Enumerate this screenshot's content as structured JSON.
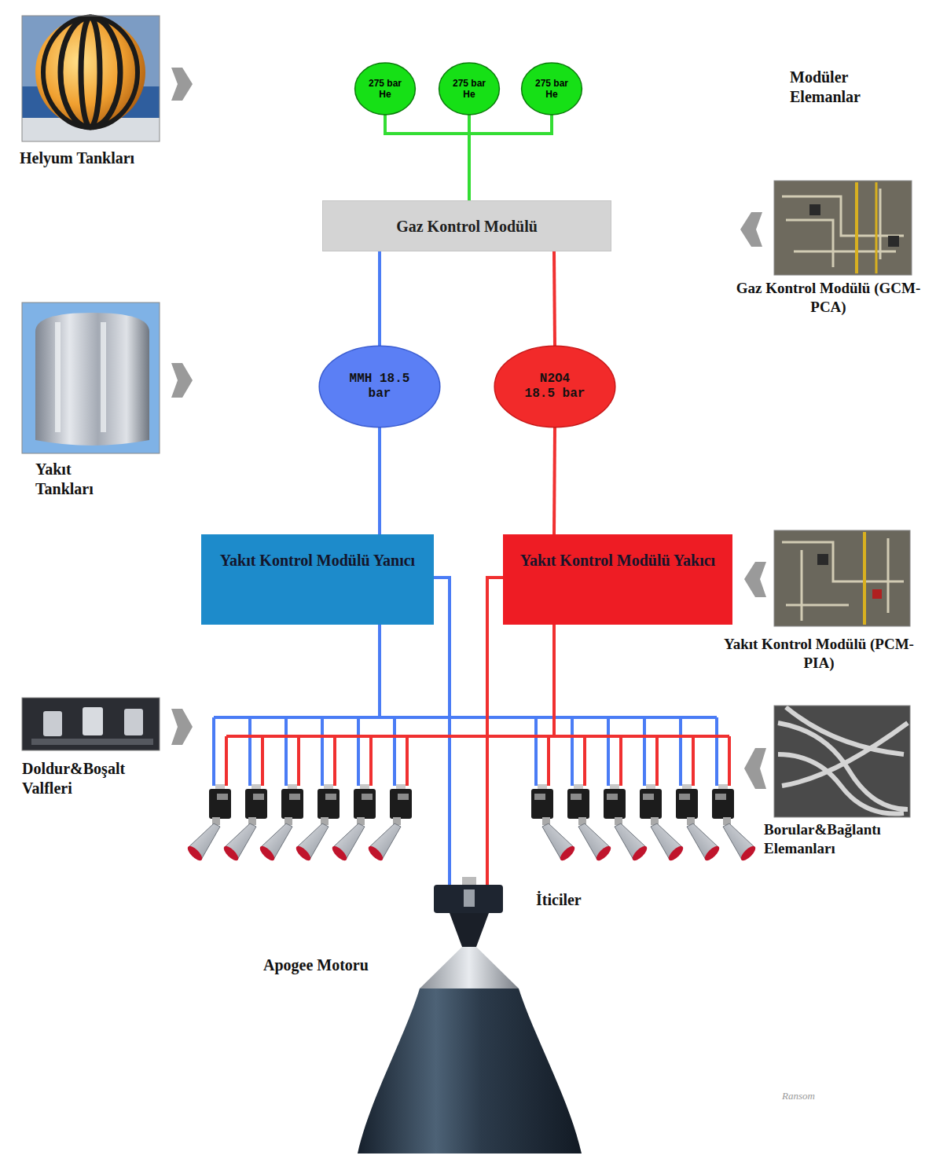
{
  "diagram": {
    "nodes": [
      {
        "text": [
          "275 bar He"
        ]
      },
      {
        "text": [
          "275 bar He"
        ]
      },
      {
        "text": [
          "275 bar He"
        ]
      },
      {
        "text": [
          "Gaz Kontrol Modülü"
        ]
      },
      {
        "text": [
          "MMH 18.5 bar"
        ]
      },
      {
        "text": [
          "N2O4 18.5 bar"
        ]
      },
      {
        "text": [
          "Yakıt Kontrol Modülü Yanıcı"
        ]
      },
      {
        "text": [
          "Yakıt Kontrol Modülü Yakıcı"
        ]
      }
    ],
    "edges": [
      {
        "from": 0,
        "to": 3,
        "arrow": "none"
      },
      {
        "from": 1,
        "to": 3,
        "arrow": "none"
      },
      {
        "from": 2,
        "to": 3,
        "arrow": "none"
      },
      {
        "from": 3,
        "to": 4,
        "arrow": "none"
      },
      {
        "from": 3,
        "to": 5,
        "arrow": "none"
      },
      {
        "from": 4,
        "to": 6,
        "arrow": "none"
      },
      {
        "from": 5,
        "to": 7,
        "arrow": "none"
      }
    ],
    "labels": [
      "Helyum Tankları",
      "Modüler Elemanlar",
      "Gaz Kontrol Modülü (GCM- PCA)",
      "Yakıt Tankları",
      "Yakıt Kontrol Modülü (PCM-PIA)",
      "Doldur&Boşalt Valfleri",
      "Borular&Bağlantı Elemanları",
      "İticiler",
      "Apogee Motoru",
      "Ransom"
    ]
  }
}
